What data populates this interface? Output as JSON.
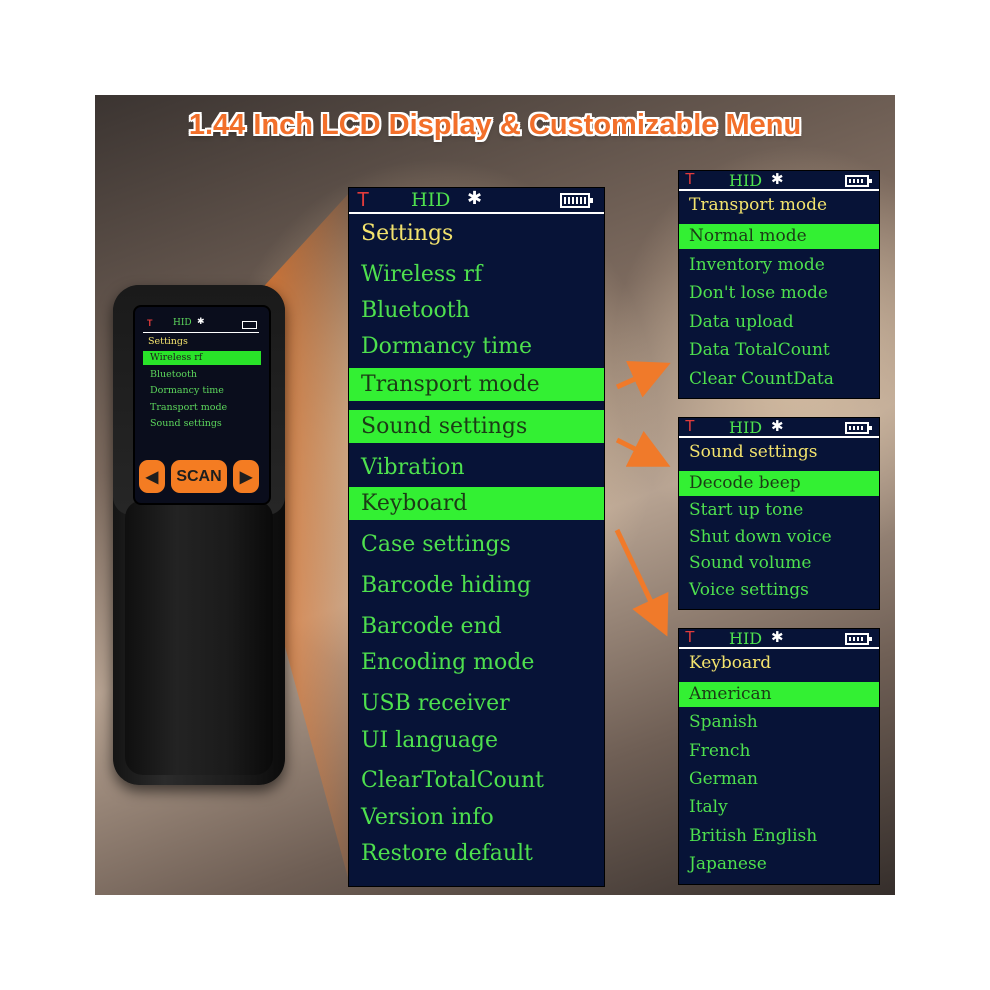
{
  "banner": "1.44 Inch LCD Display & Customizable Menu",
  "colors": {
    "accent": "#f26f2a",
    "screen_bg": "#071337",
    "menu_text": "#4ee04e",
    "title_text": "#f3e36d",
    "highlight": "#33f033",
    "t_icon": "#e23b3b"
  },
  "device": {
    "status": {
      "t": "T",
      "hid": "HID",
      "bt": "bluetooth-icon",
      "battery": "battery-icon"
    },
    "title": "Settings",
    "items": [
      {
        "label": "Wireless rf",
        "selected": true
      },
      {
        "label": "Bluetooth",
        "selected": false
      },
      {
        "label": "Dormancy time",
        "selected": false
      },
      {
        "label": "Transport mode",
        "selected": false
      },
      {
        "label": "Sound settings",
        "selected": false
      }
    ],
    "buttons": {
      "left": "◀",
      "scan": "SCAN",
      "right": "▶"
    }
  },
  "main_menu": {
    "status": {
      "t": "T",
      "hid": "HID"
    },
    "title": "Settings",
    "items": [
      {
        "label": "Wireless rf",
        "selected": false
      },
      {
        "label": "Bluetooth",
        "selected": false
      },
      {
        "label": "Dormancy time",
        "selected": false
      },
      {
        "label": "Transport mode",
        "selected": true
      },
      {
        "label": "Sound settings",
        "selected": true
      },
      {
        "label": "Vibration",
        "selected": false
      },
      {
        "label": "Keyboard",
        "selected": true
      },
      {
        "label": "Case settings",
        "selected": false
      },
      {
        "label": "Barcode hiding",
        "selected": false
      },
      {
        "label": "Barcode end",
        "selected": false
      },
      {
        "label": "Encoding mode",
        "selected": false
      },
      {
        "label": "USB receiver",
        "selected": false
      },
      {
        "label": "UI language",
        "selected": false
      },
      {
        "label": "ClearTotalCount",
        "selected": false
      },
      {
        "label": "Version info",
        "selected": false
      },
      {
        "label": "Restore default",
        "selected": false
      }
    ]
  },
  "submenus": [
    {
      "status": {
        "t": "T",
        "hid": "HID"
      },
      "title": "Transport mode",
      "items": [
        {
          "label": "Normal mode",
          "selected": true
        },
        {
          "label": "Inventory mode",
          "selected": false
        },
        {
          "label": "Don't lose mode",
          "selected": false
        },
        {
          "label": "Data upload",
          "selected": false
        },
        {
          "label": "Data TotalCount",
          "selected": false
        },
        {
          "label": "Clear CountData",
          "selected": false
        }
      ]
    },
    {
      "status": {
        "t": "T",
        "hid": "HID"
      },
      "title": "Sound settings",
      "items": [
        {
          "label": "Decode beep",
          "selected": true
        },
        {
          "label": "Start up tone",
          "selected": false
        },
        {
          "label": "Shut down voice",
          "selected": false
        },
        {
          "label": "Sound volume",
          "selected": false
        },
        {
          "label": "Voice settings",
          "selected": false
        }
      ]
    },
    {
      "status": {
        "t": "T",
        "hid": "HID"
      },
      "title": "Keyboard",
      "items": [
        {
          "label": "American",
          "selected": true
        },
        {
          "label": "Spanish",
          "selected": false
        },
        {
          "label": "French",
          "selected": false
        },
        {
          "label": "German",
          "selected": false
        },
        {
          "label": "Italy",
          "selected": false
        },
        {
          "label": "British English",
          "selected": false
        },
        {
          "label": "Japanese",
          "selected": false
        }
      ]
    }
  ]
}
